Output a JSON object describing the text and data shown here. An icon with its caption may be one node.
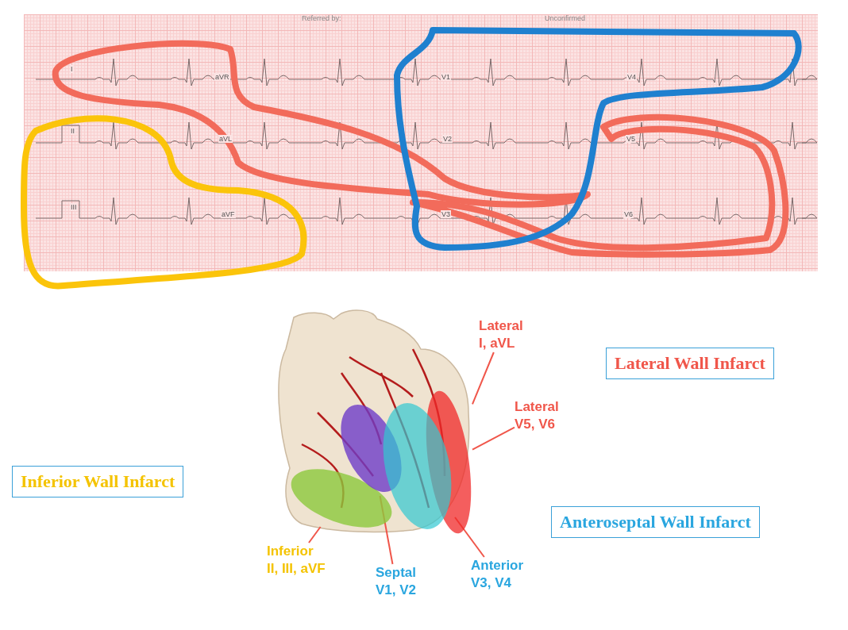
{
  "diagram": {
    "nodes": [
      {
        "text": [
          "Lateral",
          "I, aVL"
        ]
      },
      {
        "text": [
          "Lateral",
          "V5, V6"
        ]
      },
      {
        "text": [
          "Lateral Wall Infarct"
        ]
      },
      {
        "text": [
          "Inferior Wall Infarct"
        ]
      },
      {
        "text": [
          "Anteroseptal Wall Infarct"
        ]
      },
      {
        "text": [
          "Inferior",
          "II, III, aVF"
        ]
      },
      {
        "text": [
          "Septal",
          "V1, V2"
        ]
      },
      {
        "text": [
          "Anterior",
          "V3, V4"
        ]
      },
      {
        "text": [],
        "shape": "ellipse"
      },
      {
        "text": [],
        "shape": "ellipse"
      },
      {
        "text": [],
        "shape": "ellipse"
      },
      {
        "text": [],
        "shape": "ellipse"
      }
    ],
    "edges": [
      {
        "from": 0,
        "to": 8,
        "arrow": "none"
      },
      {
        "from": 1,
        "to": 8,
        "arrow": "none"
      },
      {
        "from": 5,
        "to": 9,
        "arrow": "none"
      },
      {
        "from": 6,
        "to": 10,
        "arrow": "none"
      },
      {
        "from": 7,
        "to": 11,
        "arrow": "none"
      }
    ],
    "labels": [
      "Referred by:",
      "Unconfirmed",
      "I",
      "aVR",
      "V1",
      "V4",
      "II",
      "aVL",
      "V2",
      "V5",
      "III",
      "aVF",
      "V3",
      "V6"
    ]
  }
}
